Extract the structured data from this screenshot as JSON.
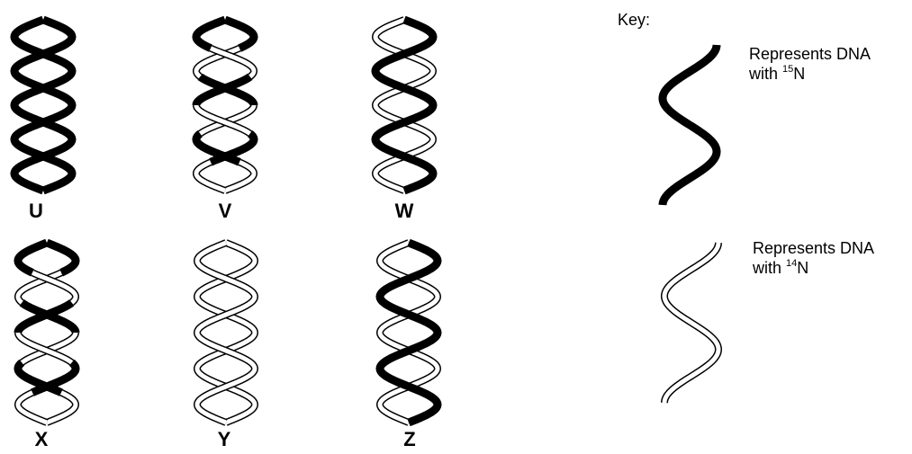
{
  "diagram": {
    "colors": {
      "heavy": "#000000",
      "light_fill": "#ffffff",
      "light_outline": "#000000"
    },
    "molecules": [
      {
        "label": "U",
        "strand_a": "heavy",
        "strand_b": "heavy"
      },
      {
        "label": "V",
        "strand_a": "mixed",
        "strand_b": "mixed"
      },
      {
        "label": "W",
        "strand_a": "heavy",
        "strand_b": "light"
      },
      {
        "label": "X",
        "strand_a": "mixed",
        "strand_b": "mixed"
      },
      {
        "label": "Y",
        "strand_a": "light",
        "strand_b": "light"
      },
      {
        "label": "Z",
        "strand_a": "heavy",
        "strand_b": "light"
      }
    ],
    "key": {
      "title": "Key:",
      "heavy": {
        "line1": "Represents DNA",
        "line2_prefix": "with ",
        "superscript": "15",
        "suffix": "N"
      },
      "light": {
        "line1": "Represents DNA",
        "line2_prefix": "with ",
        "superscript": "14",
        "suffix": "N"
      }
    }
  }
}
